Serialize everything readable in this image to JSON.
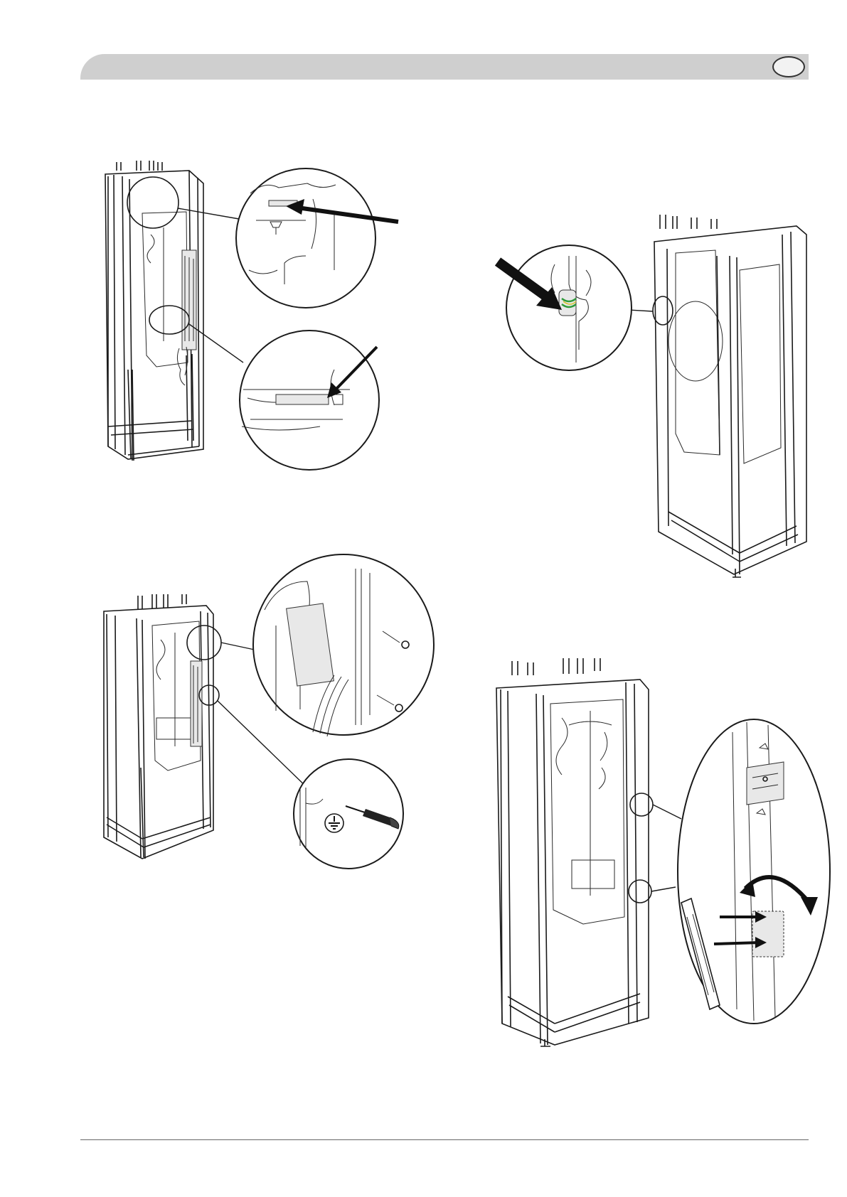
{
  "header": {
    "badge_icon": "language-badge-icon",
    "band_color": "#cfcfcf"
  },
  "figures": [
    {
      "id": "fig-top-left",
      "icon": "unit-remove-strap-illustration"
    },
    {
      "id": "fig-top-right",
      "icon": "unit-disconnect-cable-illustration"
    },
    {
      "id": "fig-bottom-left",
      "icon": "unit-earth-screw-illustration"
    },
    {
      "id": "fig-bottom-right",
      "icon": "unit-mount-bracket-illustration"
    }
  ],
  "colors": {
    "cable_green": "#2f9a3a",
    "cable_yellow": "#d4c12a",
    "line": "#1a1a1a"
  }
}
